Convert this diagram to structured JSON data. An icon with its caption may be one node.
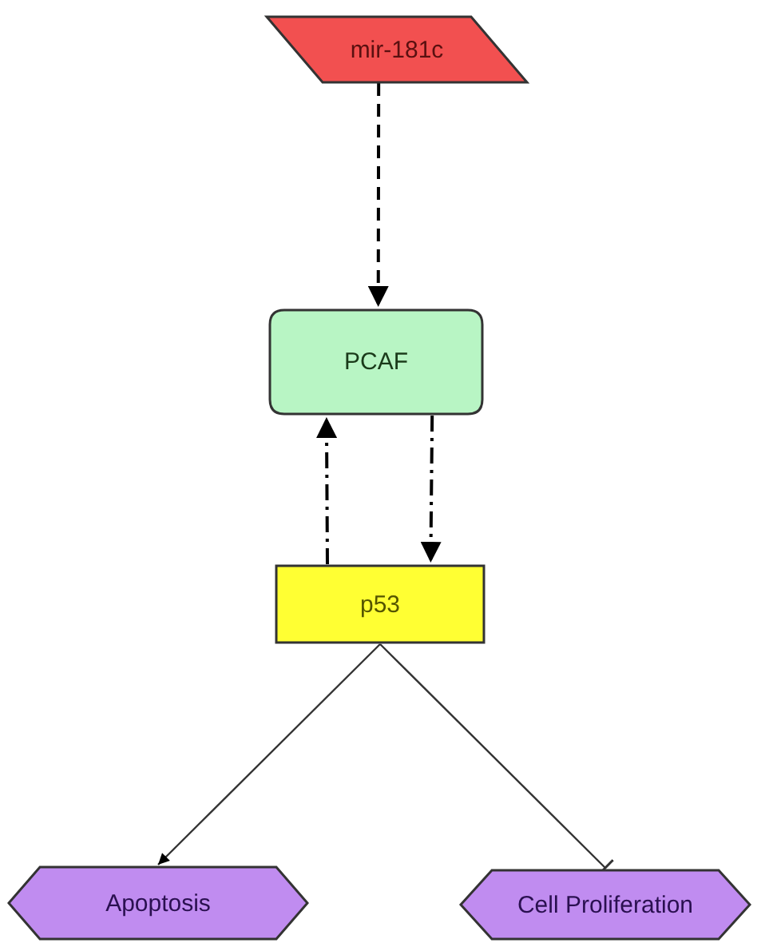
{
  "diagram": {
    "nodes": [
      {
        "text": [
          "mir-181c"
        ]
      },
      {
        "text": [
          "PCAF"
        ]
      },
      {
        "text": [
          "p53"
        ]
      },
      {
        "text": [
          "Apoptosis"
        ]
      },
      {
        "text": [
          "Cell Proliferation"
        ]
      }
    ],
    "edges": [
      {
        "from": 0,
        "to": 1,
        "arrow": "to",
        "style": "dashed"
      },
      {
        "from": 1,
        "to": 2,
        "arrow": "to",
        "style": "dashed"
      },
      {
        "from": 2,
        "to": 1,
        "arrow": "to",
        "style": "dashed"
      },
      {
        "from": 2,
        "to": 3,
        "arrow": "to"
      },
      {
        "from": 2,
        "to": 4,
        "arrow": "other"
      }
    ]
  }
}
